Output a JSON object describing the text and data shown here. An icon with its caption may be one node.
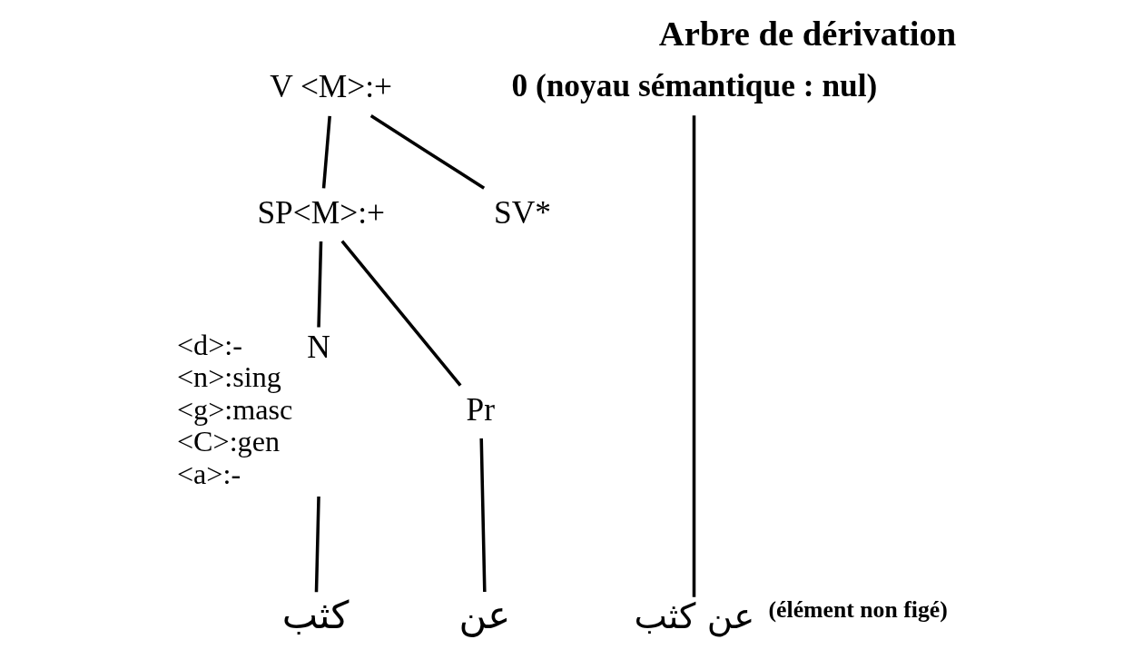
{
  "diagram": {
    "title": "Arbre de dérivation",
    "nodes": [
      {
        "text": [
          "V <M>:+"
        ]
      },
      {
        "text": [
          "SP<M>:+"
        ]
      },
      {
        "text": [
          "SV*"
        ]
      },
      {
        "text": [
          "N"
        ],
        "beside": [
          "<d>:-",
          "<n>:sing",
          "<g>:masc",
          "<C>:gen",
          "<a>:-"
        ]
      },
      {
        "text": [
          "Pr"
        ]
      },
      {
        "text": [
          "كثب"
        ]
      },
      {
        "text": [
          "عن"
        ]
      },
      {
        "text": [
          "0 (noyau sémantique : nul)"
        ]
      },
      {
        "text": [
          "عن كثب"
        ],
        "beside": [
          "(élément non figé)"
        ]
      }
    ],
    "edges": [
      {
        "from": 0,
        "to": 1,
        "arrow": "none"
      },
      {
        "from": 0,
        "to": 2,
        "arrow": "none"
      },
      {
        "from": 1,
        "to": 3,
        "arrow": "none"
      },
      {
        "from": 1,
        "to": 4,
        "arrow": "none"
      },
      {
        "from": 3,
        "to": 5,
        "arrow": "none"
      },
      {
        "from": 4,
        "to": 6,
        "arrow": "none"
      },
      {
        "from": 7,
        "to": 8,
        "arrow": "none"
      }
    ]
  }
}
